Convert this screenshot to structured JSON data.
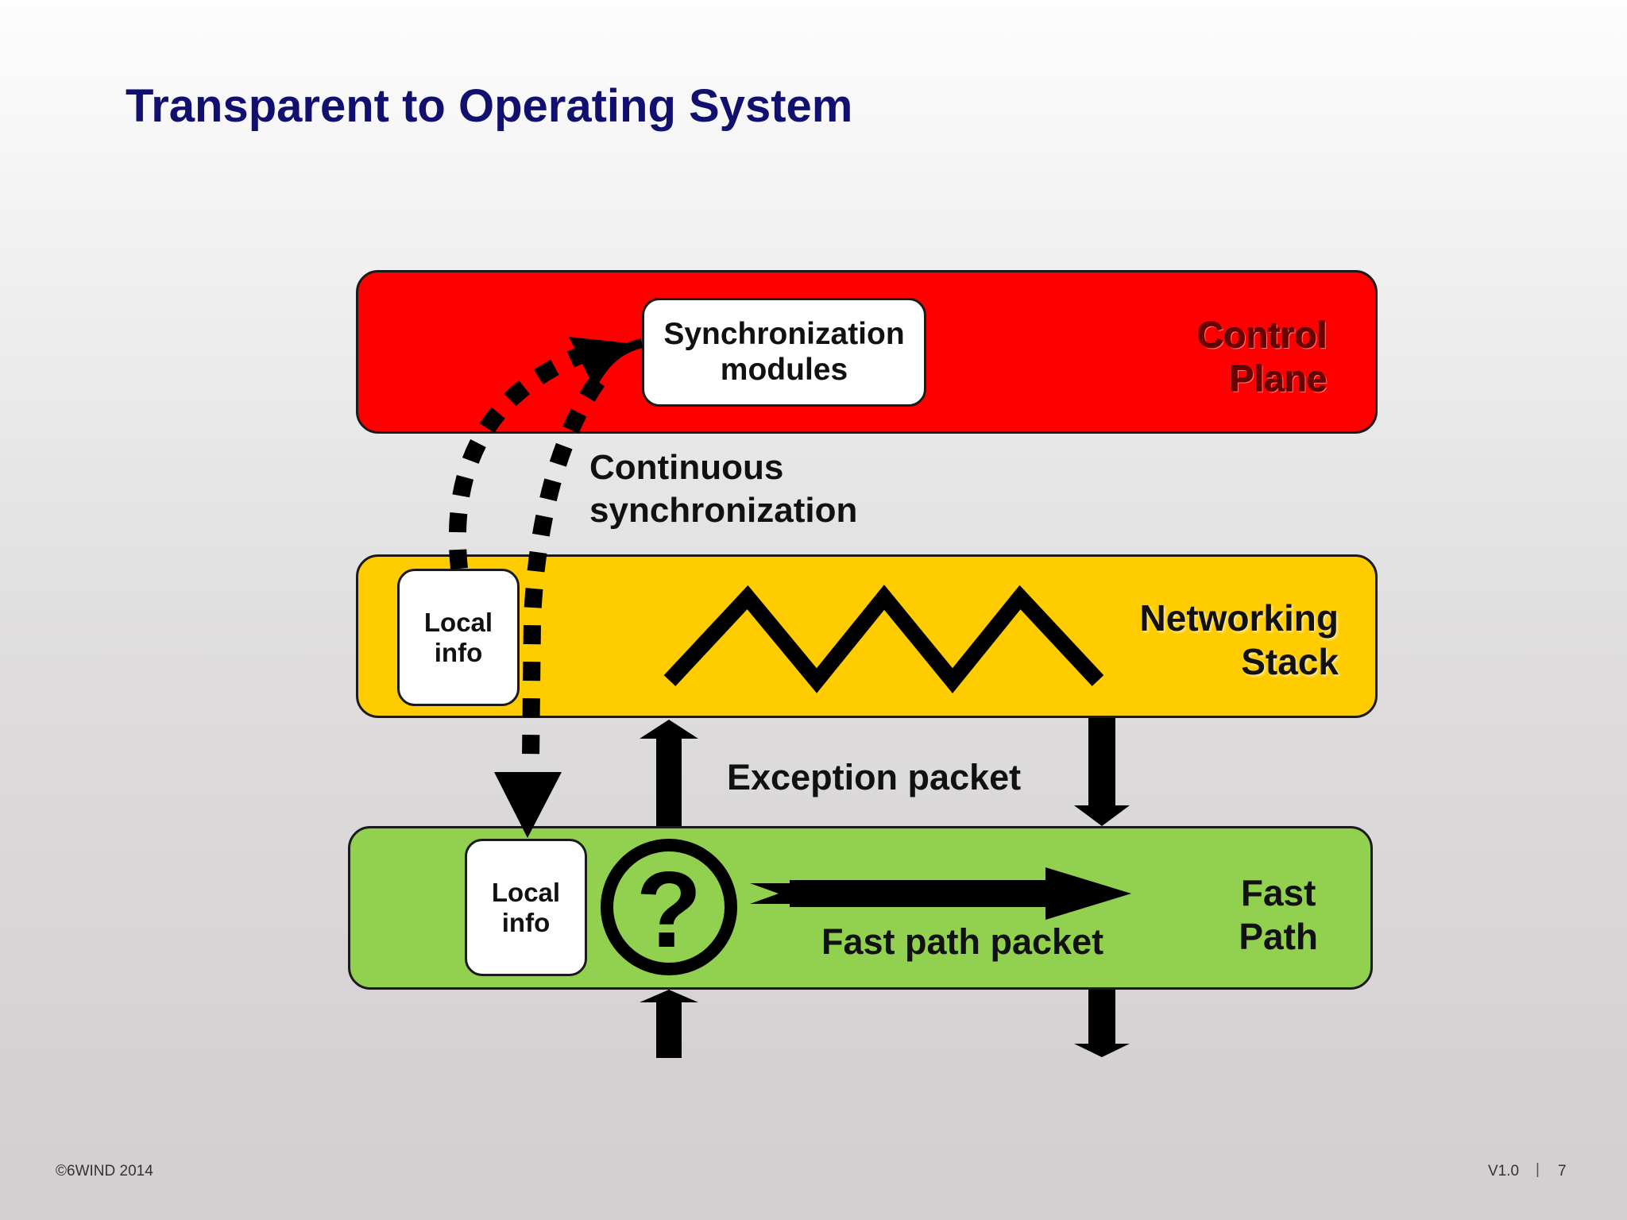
{
  "slide": {
    "title": "Transparent to Operating System"
  },
  "diagram": {
    "layers": {
      "control_plane": {
        "label_line1": "Control",
        "label_line2": "Plane",
        "color": "#ff0000"
      },
      "networking_stack": {
        "label_line1": "Networking",
        "label_line2": "Stack",
        "color": "#ffcc00"
      },
      "fast_path": {
        "label_line1": "Fast",
        "label_line2": "Path",
        "color": "#92d050"
      }
    },
    "boxes": {
      "sync_modules": {
        "line1": "Synchronization",
        "line2": "modules"
      },
      "local_info_network": {
        "line1": "Local",
        "line2": "info"
      },
      "local_info_fast": {
        "line1": "Local",
        "line2": "info"
      }
    },
    "labels": {
      "continuous_sync_line1": "Continuous",
      "continuous_sync_line2": "synchronization",
      "exception_packet": "Exception packet",
      "fast_path_packet": "Fast path packet"
    },
    "decision_symbol": "?"
  },
  "footer": {
    "copyright": "©6WIND 2014",
    "version": "V1.0",
    "separator": "|",
    "page_number": "7"
  }
}
